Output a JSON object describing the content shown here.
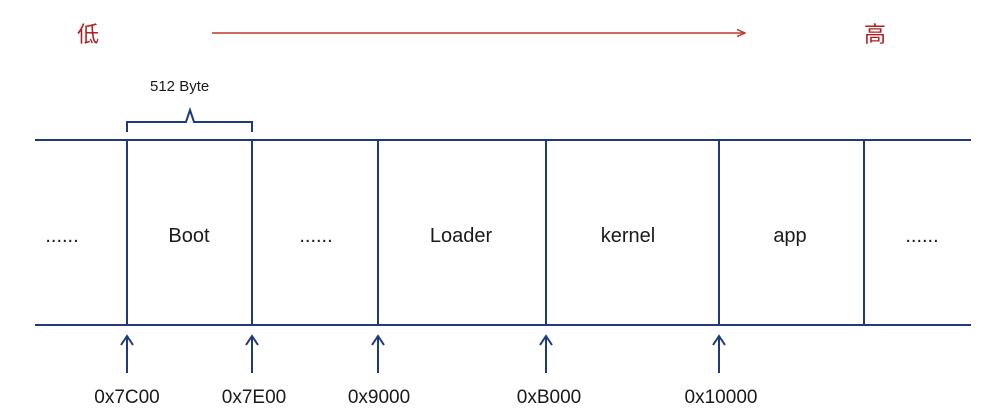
{
  "direction": {
    "low_label": "低",
    "high_label": "高"
  },
  "brace": {
    "label": "512 Byte"
  },
  "segments": [
    {
      "label": "......"
    },
    {
      "label": "Boot"
    },
    {
      "label": "......"
    },
    {
      "label": "Loader"
    },
    {
      "label": "kernel"
    },
    {
      "label": "app"
    },
    {
      "label": "......"
    }
  ],
  "addresses": [
    {
      "label": "0x7C00"
    },
    {
      "label": "0x7E00"
    },
    {
      "label": "0x9000"
    },
    {
      "label": "0xB000"
    },
    {
      "label": "0x10000"
    }
  ],
  "colors": {
    "direction_text": "#b02020",
    "direction_arrow": "#c0392b",
    "structure_lines": "#1f3a7a",
    "text": "#1a1a1a"
  }
}
